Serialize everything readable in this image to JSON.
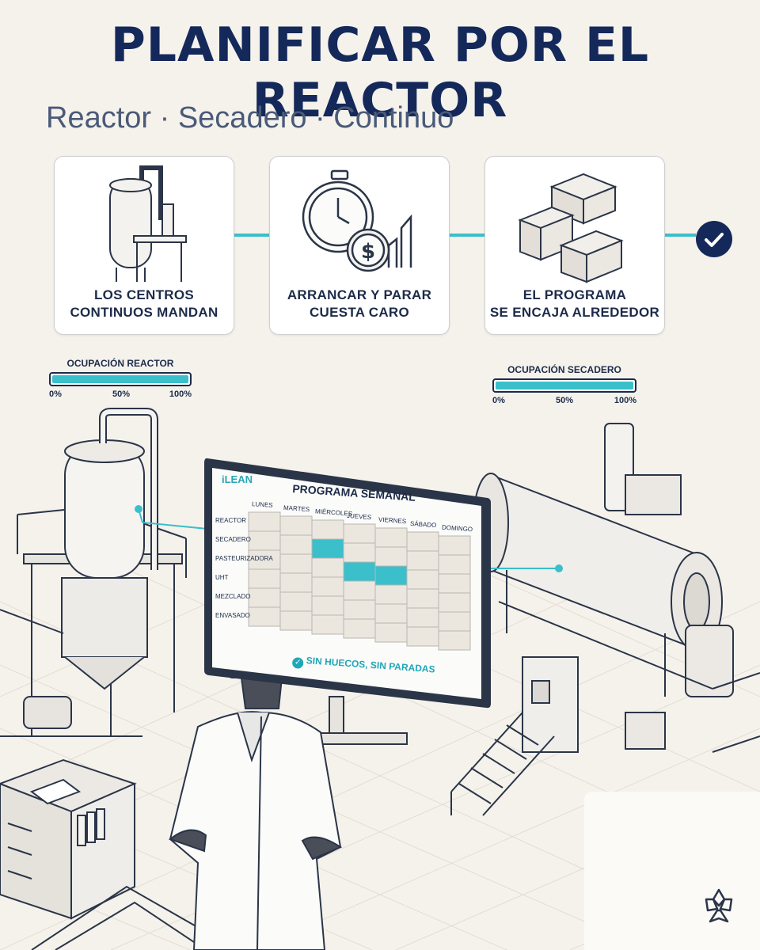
{
  "title": "PLANIFICAR POR EL REACTOR",
  "subtitle": "Reactor · Secadero · Continuo",
  "cards": [
    {
      "label_1": "LOS CENTROS",
      "label_2": "CONTINUOS MANDAN",
      "icon": "reactor-icon"
    },
    {
      "label_1": "ARRANCAR Y PARAR",
      "label_2": "CUESTA CARO",
      "icon": "stopwatch-dollar-icon"
    },
    {
      "label_1": "EL PROGRAMA",
      "label_2": "SE ENCAJA ALREDEDOR",
      "icon": "puzzle-blocks-icon"
    }
  ],
  "gauges": {
    "reactor": {
      "label": "OCUPACIÓN REACTOR",
      "min": "0%",
      "mid": "50%",
      "max": "100%",
      "fill": 1.0
    },
    "secadero": {
      "label": "OCUPACIÓN SECADERO",
      "min": "0%",
      "mid": "50%",
      "max": "100%",
      "fill": 1.0
    }
  },
  "schedule": {
    "brand": "iLEAN",
    "title": "PROGRAMA SEMANAL",
    "days": [
      "LUNES",
      "MARTES",
      "MIÉRCOLES",
      "JUEVES",
      "VIERNES",
      "SÁBADO",
      "DOMINGO"
    ],
    "rows": [
      "REACTOR",
      "SECADERO",
      "PASTEURIZADORA",
      "UHT",
      "MEZCLADO",
      "ENVASADO"
    ],
    "status": "SIN HUECOS, SIN PARADAS"
  },
  "colors": {
    "navy": "#14295a",
    "teal": "#3bbfcb",
    "background": "#f5f2ec"
  }
}
